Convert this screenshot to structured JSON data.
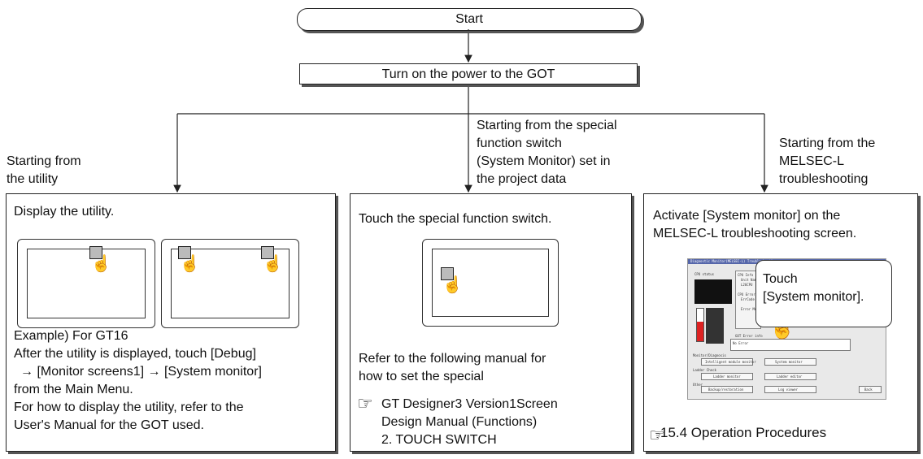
{
  "start_label": "Start",
  "power_label": "Turn on the power to the GOT",
  "branch_left_label": [
    "Starting from",
    "the utility"
  ],
  "branch_middle_label": [
    "Starting from the special",
    "function switch",
    "(System Monitor) set in",
    "the project data"
  ],
  "branch_right_label": [
    "Starting from the",
    "MELSEC-L",
    "troubleshooting"
  ],
  "box_left": {
    "heading": "Display the utility.",
    "lines": [
      "Example) For GT16",
      "After the utility is displayed, touch [Debug]",
      "→ [Monitor screens1] → [System monitor]",
      "from the Main Menu.",
      "For how to display the utility, refer to the",
      "User's Manual for the GOT used."
    ]
  },
  "box_middle": {
    "heading": "Touch the special function switch.",
    "lines": [
      "Refer to the following manual for",
      "how to set the special"
    ],
    "reference": [
      "GT Designer3 Version1Screen",
      "Design Manual (Functions)",
      "2. TOUCH SWITCH"
    ]
  },
  "box_right": {
    "heading": [
      "Activate [System monitor] on the",
      "MELSEC-L troubleshooting screen."
    ],
    "callout": [
      "Touch",
      "[System monitor]."
    ]
  },
  "footer": "15.4 Operation Procedures",
  "monitor": {
    "title": "Diagnostic Monitor(MELSEC-L) Troubleshooting",
    "cpu_status": "CPU status",
    "cpu_info": "CPU Info",
    "unit_name": "Unit Name",
    "unit_value": "L26CPU",
    "cpu_error": "CPU Error",
    "err_code": "ErrCode",
    "error_message": "Error Message",
    "got_error_info": "GOT Error info",
    "no_error": "No Error",
    "monitor_diagnosis": "Monitor/Diagnosis",
    "intelligent": "Intelligent module monitor",
    "system_monitor": "System monitor",
    "ladder_check": "Ladder Check",
    "ladder_monitor": "Ladder monitor",
    "ladder_editor": "Ladder editor",
    "other": "Other",
    "backup": "Backup/restoration",
    "log_viewer": "Log viewer",
    "back": "Back"
  }
}
